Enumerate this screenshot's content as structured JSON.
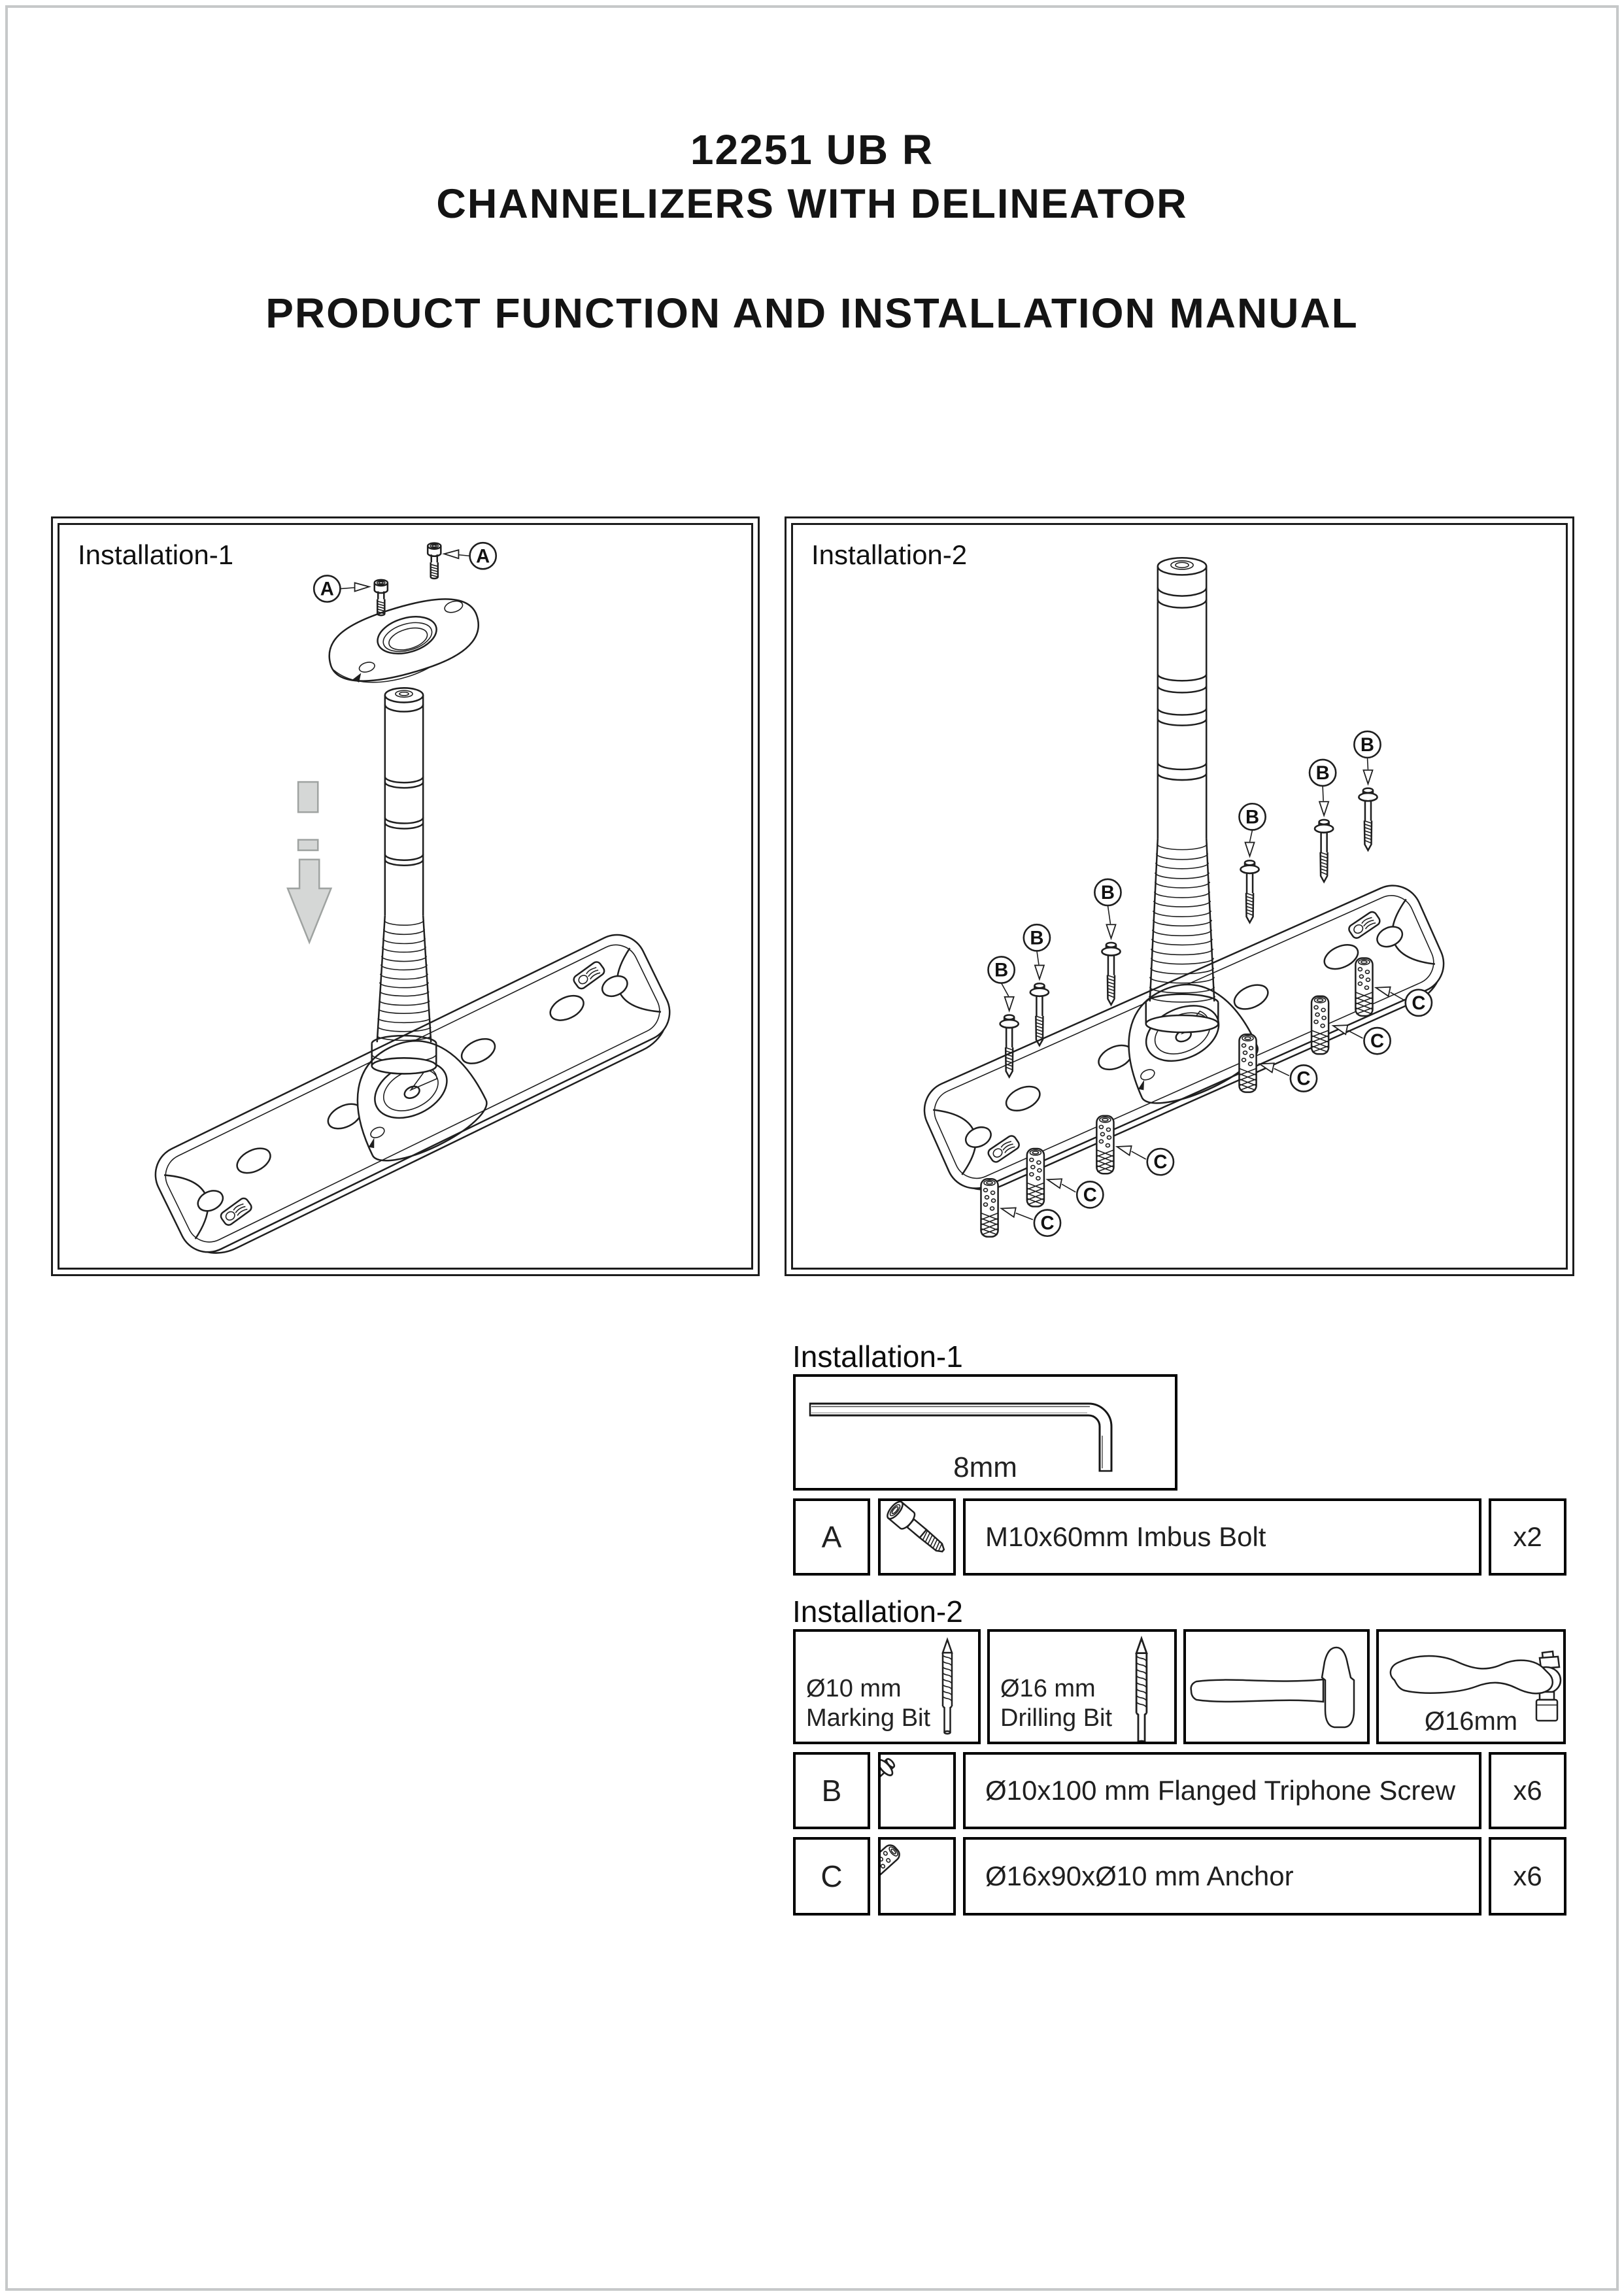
{
  "colors": {
    "line": "#1f1f1f",
    "page_border": "#c6c8c9",
    "arrow_fill": "#d5d7d6",
    "arrow_stroke": "#9fa3a1"
  },
  "title": {
    "line1": "12251 UB R",
    "line2": "CHANNELIZERS WITH DELINEATOR",
    "line3": "PRODUCT FUNCTION AND INSTALLATION MANUAL"
  },
  "diagrams": {
    "installation1": {
      "label": "Installation-1",
      "bolt_callout": "A",
      "icons": [
        "imbus-bolt-icon",
        "post-cap-icon",
        "delineator-post-icon",
        "down-arrow-icon",
        "base-plate-icon",
        "brand-logo-icon"
      ]
    },
    "installation2": {
      "label": "Installation-2",
      "screw_callout": "B",
      "anchor_callout": "C",
      "icons": [
        "delineator-post-icon",
        "base-plate-icon",
        "flanged-screw-icon",
        "wall-anchor-icon",
        "brand-logo-icon"
      ]
    }
  },
  "parts_list": {
    "section1": {
      "heading": "Installation-1",
      "allen_key": {
        "icon": "allen-key-icon",
        "size_label": "8mm"
      },
      "rows": [
        {
          "key": "A",
          "icon": "imbus-bolt-icon",
          "description": "M10x60mm Imbus Bolt",
          "qty": "x2"
        }
      ]
    },
    "section2": {
      "heading": "Installation-2",
      "tools": [
        {
          "line1": "Ø10 mm",
          "line2": "Marking Bit",
          "icon": "drill-bit-icon"
        },
        {
          "line1": "Ø16 mm",
          "line2": "Drilling Bit",
          "icon": "drill-bit-icon"
        },
        {
          "icon": "hammer-icon"
        },
        {
          "label": "Ø16mm",
          "icon": "socket-wrench-icon"
        }
      ],
      "rows": [
        {
          "key": "B",
          "icon": "flanged-screw-icon",
          "description": "Ø10x100 mm Flanged Triphone Screw",
          "qty": "x6"
        },
        {
          "key": "C",
          "icon": "wall-anchor-icon",
          "description": "Ø16x90xØ10 mm Anchor",
          "qty": "x6"
        }
      ]
    }
  }
}
